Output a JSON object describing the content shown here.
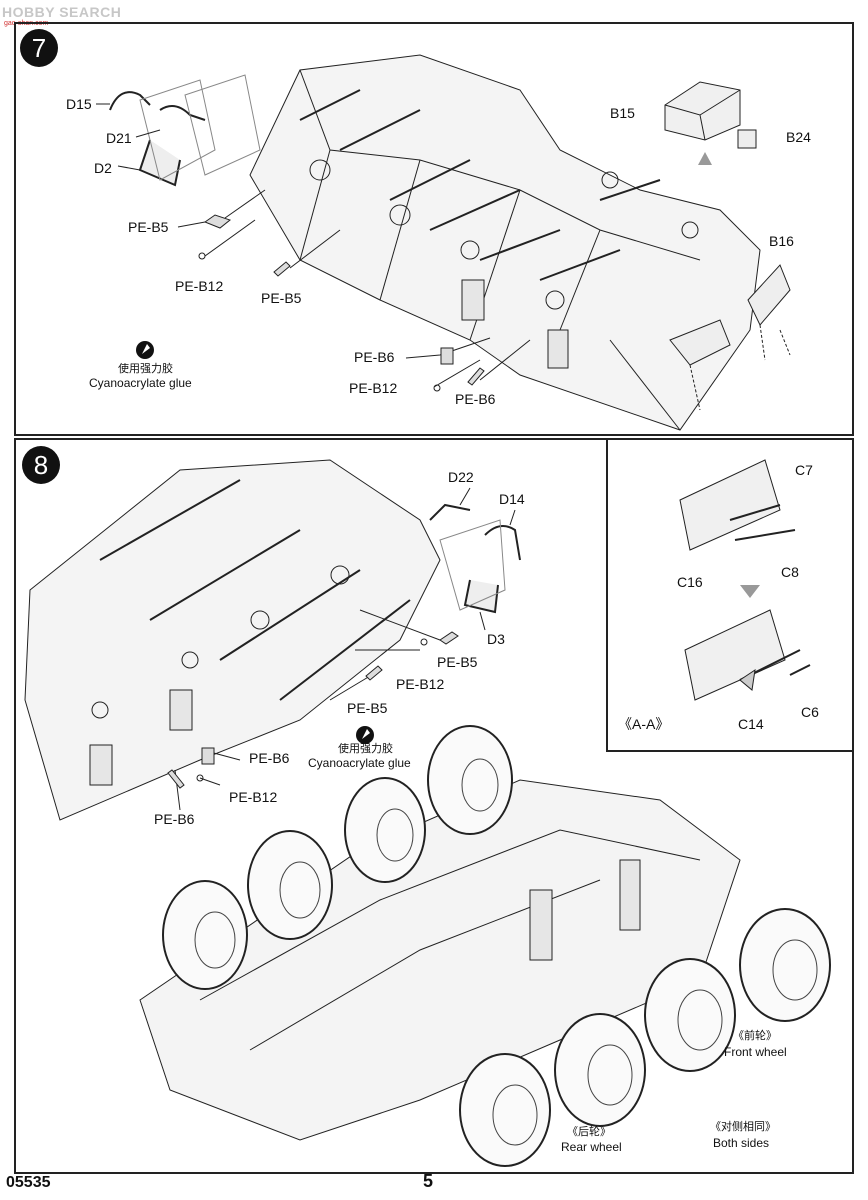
{
  "watermark": {
    "brand": "HOBBY SEARCH",
    "site": "gao-shan.com"
  },
  "step7": {
    "number": "7",
    "labels": {
      "d15": "D15",
      "d21": "D21",
      "d2": "D2",
      "pe_b5_a": "PE-B5",
      "pe_b12_a": "PE-B12",
      "pe_b5_b": "PE-B5",
      "pe_b6": "PE-B6",
      "pe_b12_b": "PE-B12",
      "pe_b6_b": "PE-B6",
      "b15": "B15",
      "b24": "B24",
      "b16": "B16"
    },
    "glue": {
      "cn": "使用强力胶",
      "en": "Cyanoacrylate glue"
    }
  },
  "step8": {
    "number": "8",
    "labels": {
      "d22": "D22",
      "d14": "D14",
      "d3": "D3",
      "pe_b5_a": "PE-B5",
      "pe_b12_a": "PE-B12",
      "pe_b5_b": "PE-B5",
      "pe_b6_a": "PE-B6",
      "pe_b12_b": "PE-B12",
      "pe_b6_b": "PE-B6"
    },
    "glue": {
      "cn": "使用强力胶",
      "en": "Cyanoacrylate glue"
    },
    "front_wheel": {
      "cn": "《前轮》",
      "en": "Front wheel"
    },
    "rear_wheel": {
      "cn": "《后轮》",
      "en": "Rear wheel"
    },
    "both_sides": {
      "cn": "《对侧相同》",
      "en": "Both sides"
    }
  },
  "detail": {
    "section": "《A-A》",
    "labels": {
      "c7": "C7",
      "c16": "C16",
      "c8": "C8",
      "c14": "C14",
      "c6": "C6"
    }
  },
  "footer": {
    "code": "05535",
    "page": "5"
  }
}
